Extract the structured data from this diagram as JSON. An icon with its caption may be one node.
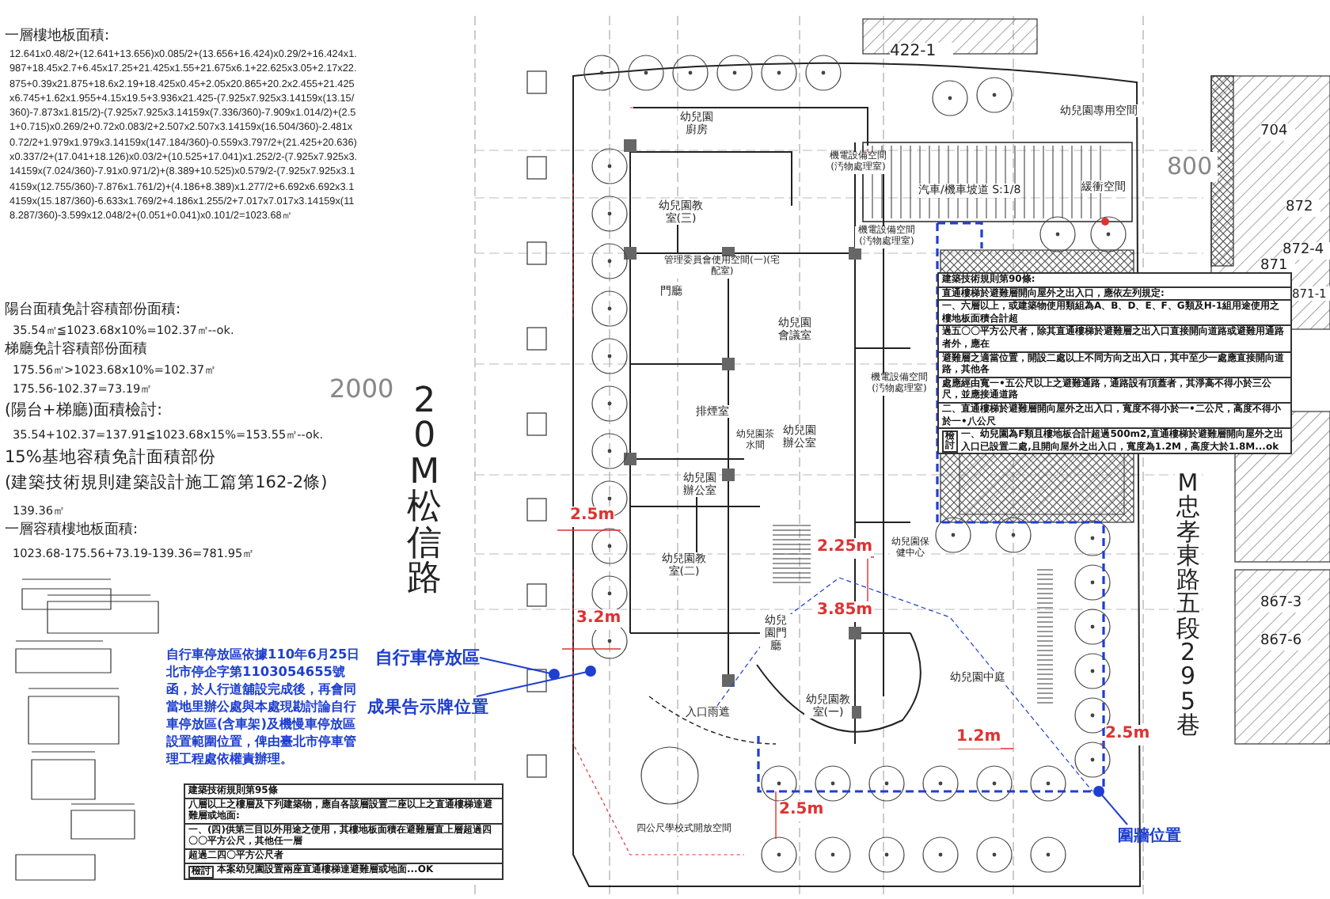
{
  "diagram": {
    "nodes": [
      {
        "text": [
          "自行車停放區"
        ]
      },
      {
        "text": [
          "成果告示牌位置"
        ]
      },
      {
        "text": [
          "圍牆位置"
        ]
      }
    ],
    "edges": [
      {
        "from": 0,
        "to": null,
        "arrow": "other"
      },
      {
        "from": 1,
        "to": null,
        "arrow": "other"
      },
      {
        "from": 2,
        "to": null,
        "arrow": "other"
      }
    ],
    "labels": [
      "一層樓地板面積:",
      "12.641x0.48/2+(12.641+13.656)x0.085/2+(13.656+16.424)x0.29/2+16.424x1.987+18.45x2.7+6.45x17.25+21.425x1.55+21.675x6.1+22.625x3.05+2.17x22.875+0.39x21.875+18.6x2.19+18.425x0.45+2.05x20.865+20.2x2.455+21.425x6.745+1.62x1.955+4.15x19.5+3.936x21.425-(7.925x7.925x3.14159x(13.15/360)-7.873x1.815/2)-(7.925x7.925x3.14159x(7.336/360)-7.909x1.014/2)+(2.51+0.715)x0.269/2+0.72x0.083/2+2.507x2.507x3.14159x(16.504/360)-2.481x0.72/2+1.979x1.979x3.14159x(147.184/360)-0.559x3.797/2+(21.425+20.636)x0.337/2+(17.041+18.126)x0.03/2+(10.525+17.041)x1.252/2-(7.925x7.925x3.14159x(7.024/360)-7.91x0.971/2)+(8.389+10.525)x0.579/2-(7.925x7.925x3.14159x(12.755/360)-7.876x1.761/2)+(4.186+8.389)x1.277/2+6.692x6.692x3.14159x(15.187/360)-6.633x1.769/2+4.186x1.255/2+7.017x7.017x3.14159x(118.287/360)-3.599x12.048/2+(0.051+0.041)x0.101/2=1023.68㎡",
      "陽台面積免計容積部份面積:",
      "35.54㎡≦1023.68x10%=102.37㎡--ok.",
      "梯廳免計容積部份面積",
      "175.56㎡>1023.68x10%=102.37㎡",
      "175.56-102.37=73.19㎡",
      "(陽台+梯廳)面積檢討:",
      "35.54+102.37=137.91≦1023.68x15%=153.55㎡--ok.",
      "15%基地容積免計面積部份",
      "(建築技術規則建築設計施工篇第162-2條)",
      "139.36㎡",
      "一層容積樓地板面積:",
      "1023.68-175.56+73.19-139.36=781.95㎡",
      "自行車停放區依據**110**年**6**月**25**日北市停企字第**1103054655**號函，於人行道舖設完成後，再會同當地里辦公處與本處現勘討論自行車停放區(含車架)及機慢車停放區設置範圍位置，俾由臺北市停車管理工程處依權責辦理。",
      "2000",
      "20M松信路",
      "422-1",
      "幼兒園廚房",
      "幼兒園專用空間",
      "704",
      "機電設備空間(汚物處理室)",
      "汽車/機車坡道 S:1/8",
      "緩衝空間",
      "800",
      "872",
      "幼兒園教室(三)",
      "機電設備空間(汚物處理室)",
      "872-4",
      "871",
      "871-1",
      "管理委員會使用空間(一)(宅配室)",
      "門廳",
      "幼兒園會議室",
      "機電設備空間(汚物處理室)",
      "建築技術規則第90條:",
      "直通樓梯於避難層開向屋外之出入口，應依左列規定:",
      "一、六層以上，或建築物使用類組為A、B、D、E、F、G類及H-1組用途使用之樓地板面積合計超",
      "過五〇〇平方公尺者，除其直通樓梯於避難層之出入口直接開向道路或避難用通路者外，應在",
      "避難層之適當位置，開設二處以上不同方向之出入口，其中至少一處應直接開向道路，其他各",
      "處應經由寬一•五公尺以上之避難通路，通路設有頂蓋者，其淨高不得小於三公尺，並應接通道路",
      "二、直通樓梯於避難層開向屋外之出入口，寬度不得小於一•二公尺，高度不得小於一•八公尺",
      "檢討",
      "一、幼兒園為F類且樓地板合計超過500m2,直通樓梯於避難層開向屋外之出入口已設置二處,且開向屋外之出入口，寬度為1.2M，高度大於1.8M...ok",
      "排煙室",
      "幼兒園茶水間",
      "幼兒園辦公室",
      "M忠孝東路五段295巷",
      "幼兒園辦公室",
      "2.5m",
      "2.25m",
      "幼兒園保健中心",
      "幼兒園教室(二)",
      "3.85m",
      "3.2m",
      "幼兒園門廳",
      "867-3",
      "867-6",
      "幼兒園中庭",
      "入口雨遮",
      "幼兒園教室(一)",
      "1.2m",
      "2.5m",
      "2.5m",
      "四公尺學校式開放空間",
      "建築技術規則第95條",
      "八層以上之樓層及下列建築物，應自各該層設置二座以上之直通樓梯達避難層或地面:",
      "一、(四)供第三目以外用途之使用，其樓地板面積在避難層直上層超過四〇〇平方公尺，其他任一層",
      "超過二四〇平方公尺者",
      "檢討",
      "本案幼兒園設置兩座直通樓梯達避難層或地面...OK"
    ]
  }
}
